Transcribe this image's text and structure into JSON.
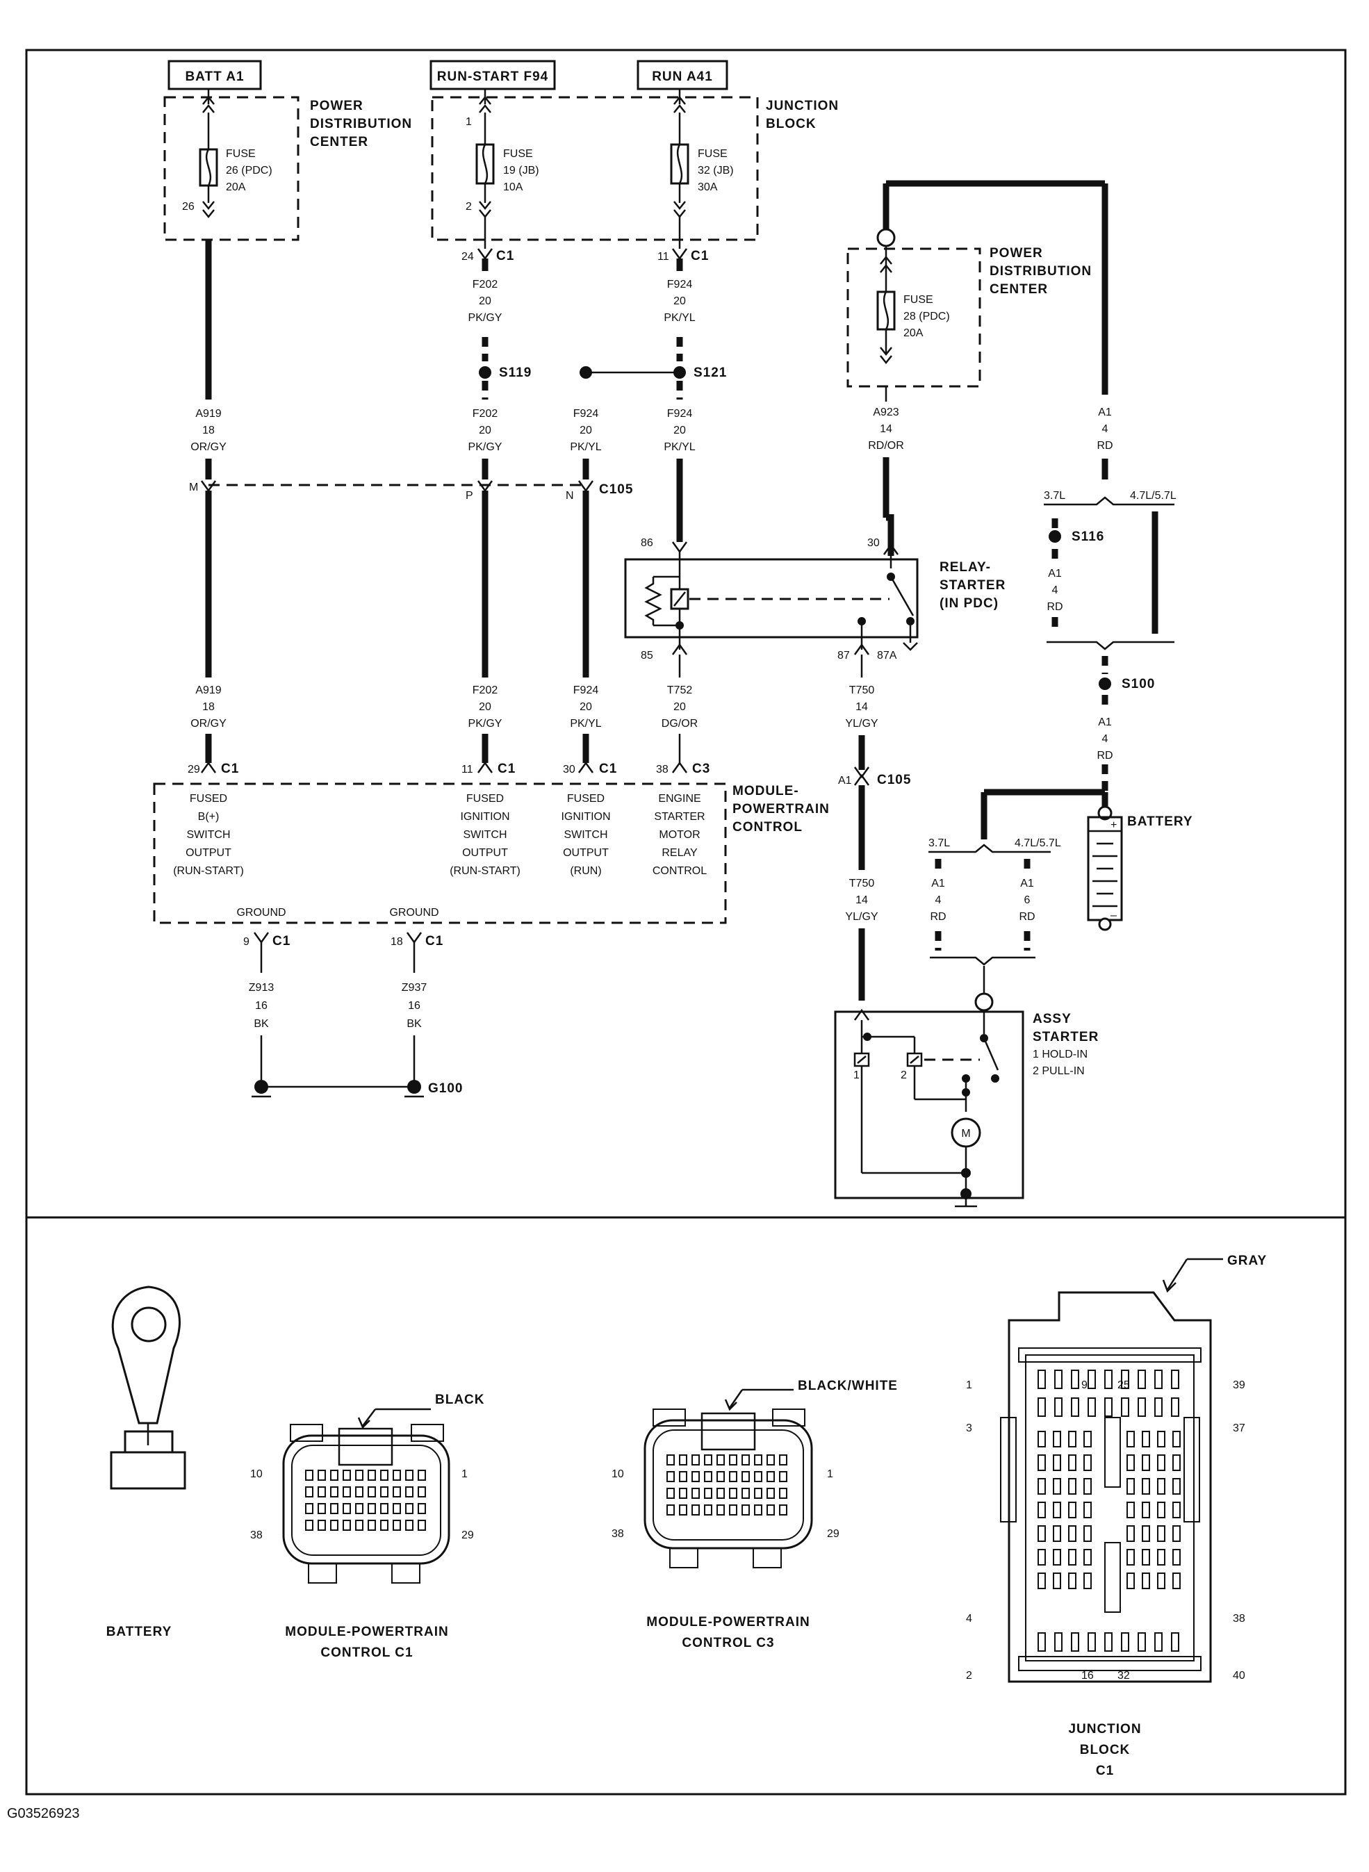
{
  "diagram_id": "G03526923",
  "source_tags": [
    {
      "id": "batt",
      "label": "BATT A1"
    },
    {
      "id": "runstart",
      "label": "RUN-START F94"
    },
    {
      "id": "run",
      "label": "RUN A41"
    }
  ],
  "pdc_top": {
    "title_l1": "POWER",
    "title_l2": "DISTRIBUTION",
    "title_l3": "CENTER",
    "fuse_l1": "FUSE",
    "fuse_l2": "26 (PDC)",
    "fuse_l3": "20A",
    "pin": "26"
  },
  "junction_block": {
    "title_l1": "JUNCTION",
    "title_l2": "BLOCK",
    "fuse19": {
      "l1": "FUSE",
      "l2": "19 (JB)",
      "l3": "10A",
      "pin_top": "1",
      "pin_bot": "2"
    },
    "fuse32": {
      "l1": "FUSE",
      "l2": "32 (JB)",
      "l3": "30A"
    }
  },
  "pdc_right": {
    "title_l1": "POWER",
    "title_l2": "DISTRIBUTION",
    "title_l3": "CENTER",
    "fuse_l1": "FUSE",
    "fuse_l2": "28 (PDC)",
    "fuse_l3": "20A"
  },
  "connectors": {
    "c1_24": "24",
    "c1_11": "11",
    "c1_label": "C1",
    "c105_m": "M",
    "c105_p": "P",
    "c105_n": "N",
    "c105_label": "C105",
    "pcm_29": "29",
    "pcm_11": "11",
    "pcm_30": "30",
    "pcm_38": "38",
    "c3_label": "C3",
    "gnd_9": "9",
    "gnd_18": "18",
    "a1_c105": "A1",
    "c105b": "C105"
  },
  "wires": {
    "f202_top": {
      "l1": "F202",
      "l2": "20",
      "l3": "PK/GY"
    },
    "f924_top": {
      "l1": "F924",
      "l2": "20",
      "l3": "PK/YL"
    },
    "a919_top": {
      "l1": "A919",
      "l2": "18",
      "l3": "OR/GY"
    },
    "f202_mid": {
      "l1": "F202",
      "l2": "20",
      "l3": "PK/GY"
    },
    "f924_mid1": {
      "l1": "F924",
      "l2": "20",
      "l3": "PK/YL"
    },
    "f924_mid2": {
      "l1": "F924",
      "l2": "20",
      "l3": "PK/YL"
    },
    "a923": {
      "l1": "A923",
      "l2": "14",
      "l3": "RD/OR"
    },
    "a1_top": {
      "l1": "A1",
      "l2": "4",
      "l3": "RD"
    },
    "a919_bot": {
      "l1": "A919",
      "l2": "18",
      "l3": "OR/GY"
    },
    "f202_bot": {
      "l1": "F202",
      "l2": "20",
      "l3": "PK/GY"
    },
    "f924_bot": {
      "l1": "F924",
      "l2": "20",
      "l3": "PK/YL"
    },
    "t752": {
      "l1": "T752",
      "l2": "20",
      "l3": "DG/OR"
    },
    "t750_a": {
      "l1": "T750",
      "l2": "14",
      "l3": "YL/GY"
    },
    "t750_b": {
      "l1": "T750",
      "l2": "14",
      "l3": "YL/GY"
    },
    "a1_s116": {
      "l1": "A1",
      "l2": "4",
      "l3": "RD"
    },
    "a1_batt": {
      "l1": "A1",
      "l2": "4",
      "l3": "RD"
    },
    "a1_37": {
      "l1": "A1",
      "l2": "4",
      "l3": "RD"
    },
    "a1_47": {
      "l1": "A1",
      "l2": "6",
      "l3": "RD"
    },
    "z913": {
      "l1": "Z913",
      "l2": "16",
      "l3": "BK"
    },
    "z937": {
      "l1": "Z937",
      "l2": "16",
      "l3": "BK"
    }
  },
  "splices": {
    "s119": "S119",
    "s121": "S121",
    "s116": "S116",
    "s100": "S100",
    "g100": "G100"
  },
  "engine_variants": {
    "v1": "3.7L",
    "v2": "4.7L/5.7L"
  },
  "relay": {
    "title_l1": "RELAY-",
    "title_l2": "STARTER",
    "title_l3": "(IN PDC)",
    "p86": "86",
    "p30": "30",
    "p85": "85",
    "p87": "87",
    "p87a": "87A"
  },
  "pcm": {
    "title_l1": "MODULE-",
    "title_l2": "POWERTRAIN",
    "title_l3": "CONTROL",
    "col1": [
      "FUSED",
      "B(+)",
      "SWITCH",
      "OUTPUT",
      "(RUN-START)"
    ],
    "col2": [
      "FUSED",
      "IGNITION",
      "SWITCH",
      "OUTPUT",
      "(RUN-START)"
    ],
    "col3": [
      "FUSED",
      "IGNITION",
      "SWITCH",
      "OUTPUT",
      "(RUN)"
    ],
    "col4": [
      "ENGINE",
      "STARTER",
      "MOTOR",
      "RELAY",
      "CONTROL"
    ],
    "ground": "GROUND"
  },
  "battery": {
    "label": "BATTERY"
  },
  "starter": {
    "title_l1": "ASSY",
    "title_l2": "STARTER",
    "title_l3": "1 HOLD-IN",
    "title_l4": "2 PULL-IN",
    "p1": "1",
    "p2": "2",
    "motor": "M"
  },
  "bottom": {
    "battery": "BATTERY",
    "pcm_c1": {
      "l1": "MODULE-POWERTRAIN",
      "l2": "CONTROL C1",
      "color": "BLACK",
      "pins": [
        "10",
        "1",
        "38",
        "29"
      ]
    },
    "pcm_c3": {
      "l1": "MODULE-POWERTRAIN",
      "l2": "CONTROL C3",
      "color": "BLACK/WHITE",
      "pins": [
        "10",
        "1",
        "38",
        "29"
      ]
    },
    "jb_c1": {
      "l1": "JUNCTION",
      "l2": "BLOCK",
      "l3": "C1",
      "color": "GRAY",
      "pins": [
        "1",
        "9",
        "25",
        "39",
        "3",
        "37",
        "4",
        "38",
        "2",
        "16",
        "32",
        "40"
      ]
    }
  }
}
